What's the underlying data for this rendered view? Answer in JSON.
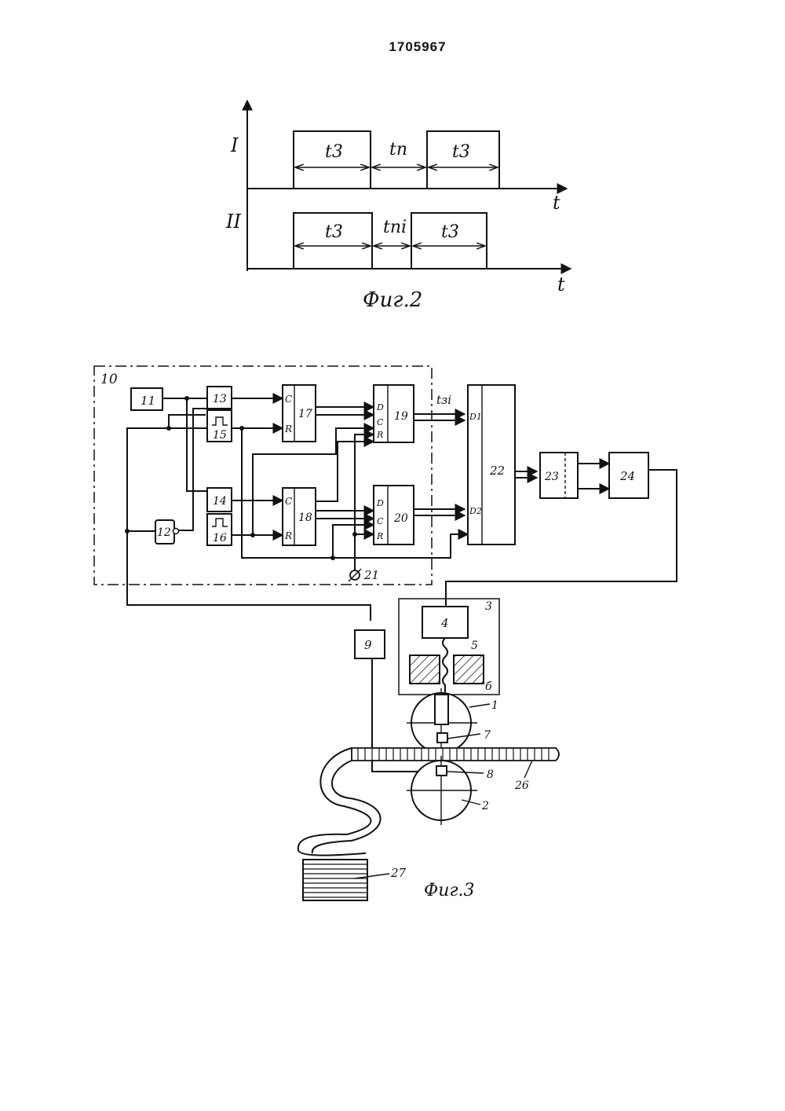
{
  "page_number": "1705967",
  "fig2": {
    "row1_label": "I",
    "row2_label": "II",
    "t_axis": "t",
    "t3": "t3",
    "tp": "tп",
    "tpi": "tпi",
    "caption": "Фиг.2"
  },
  "fig3": {
    "caption": "Фиг.3",
    "group_label": "10",
    "blocks": {
      "b11": "11",
      "b12": "12",
      "b13": "13",
      "b14": "14",
      "b15": "15",
      "b16": "16",
      "b17": "17",
      "b18": "18",
      "b19": "19",
      "b20": "20",
      "b21": "21",
      "b22": "22",
      "b23": "23",
      "b24": "24",
      "b4": "4",
      "b9": "9"
    },
    "pins": {
      "c": "C",
      "r": "R",
      "d": "D",
      "d1": "D1",
      "d2": "D2"
    },
    "signal_tzi": "tзi",
    "parts": {
      "p1": "1",
      "p2": "2",
      "p3": "3",
      "p5": "5",
      "p6": "б",
      "p7": "7",
      "p8": "8",
      "p26": "26",
      "p27": "27"
    }
  }
}
